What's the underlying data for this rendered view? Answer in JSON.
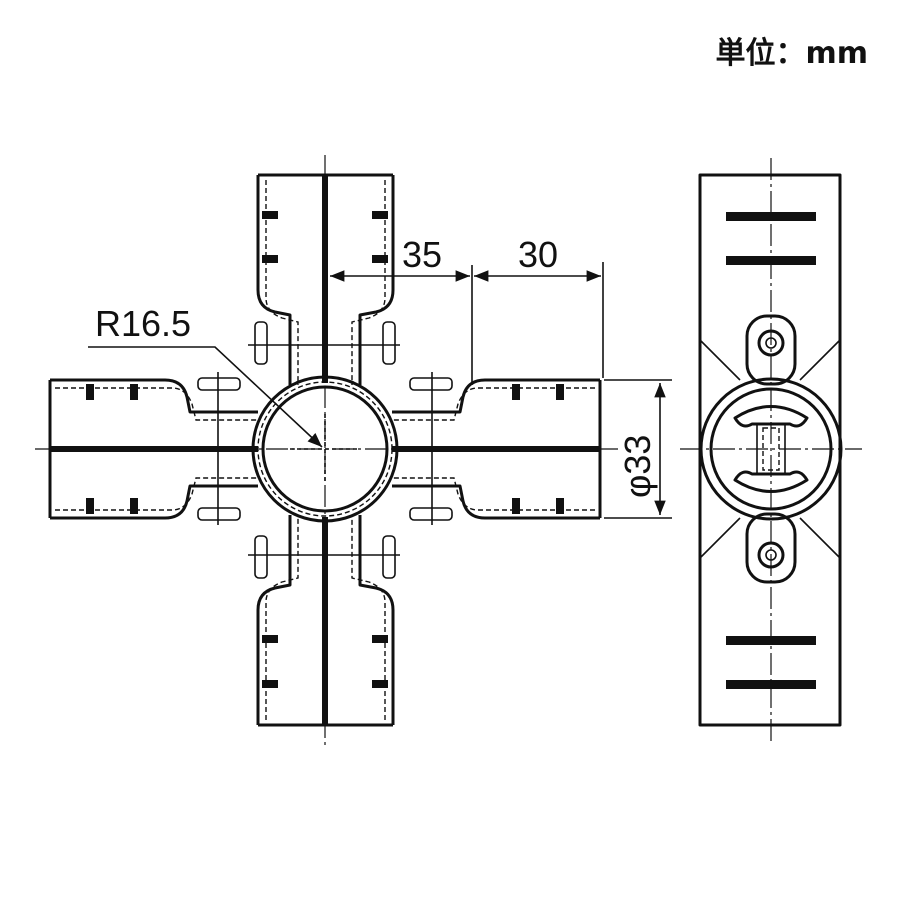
{
  "unit_label": "単位：mm",
  "dimensions": {
    "radius": "R16.5",
    "length_a": "35",
    "length_b": "30",
    "diameter": "φ33"
  }
}
